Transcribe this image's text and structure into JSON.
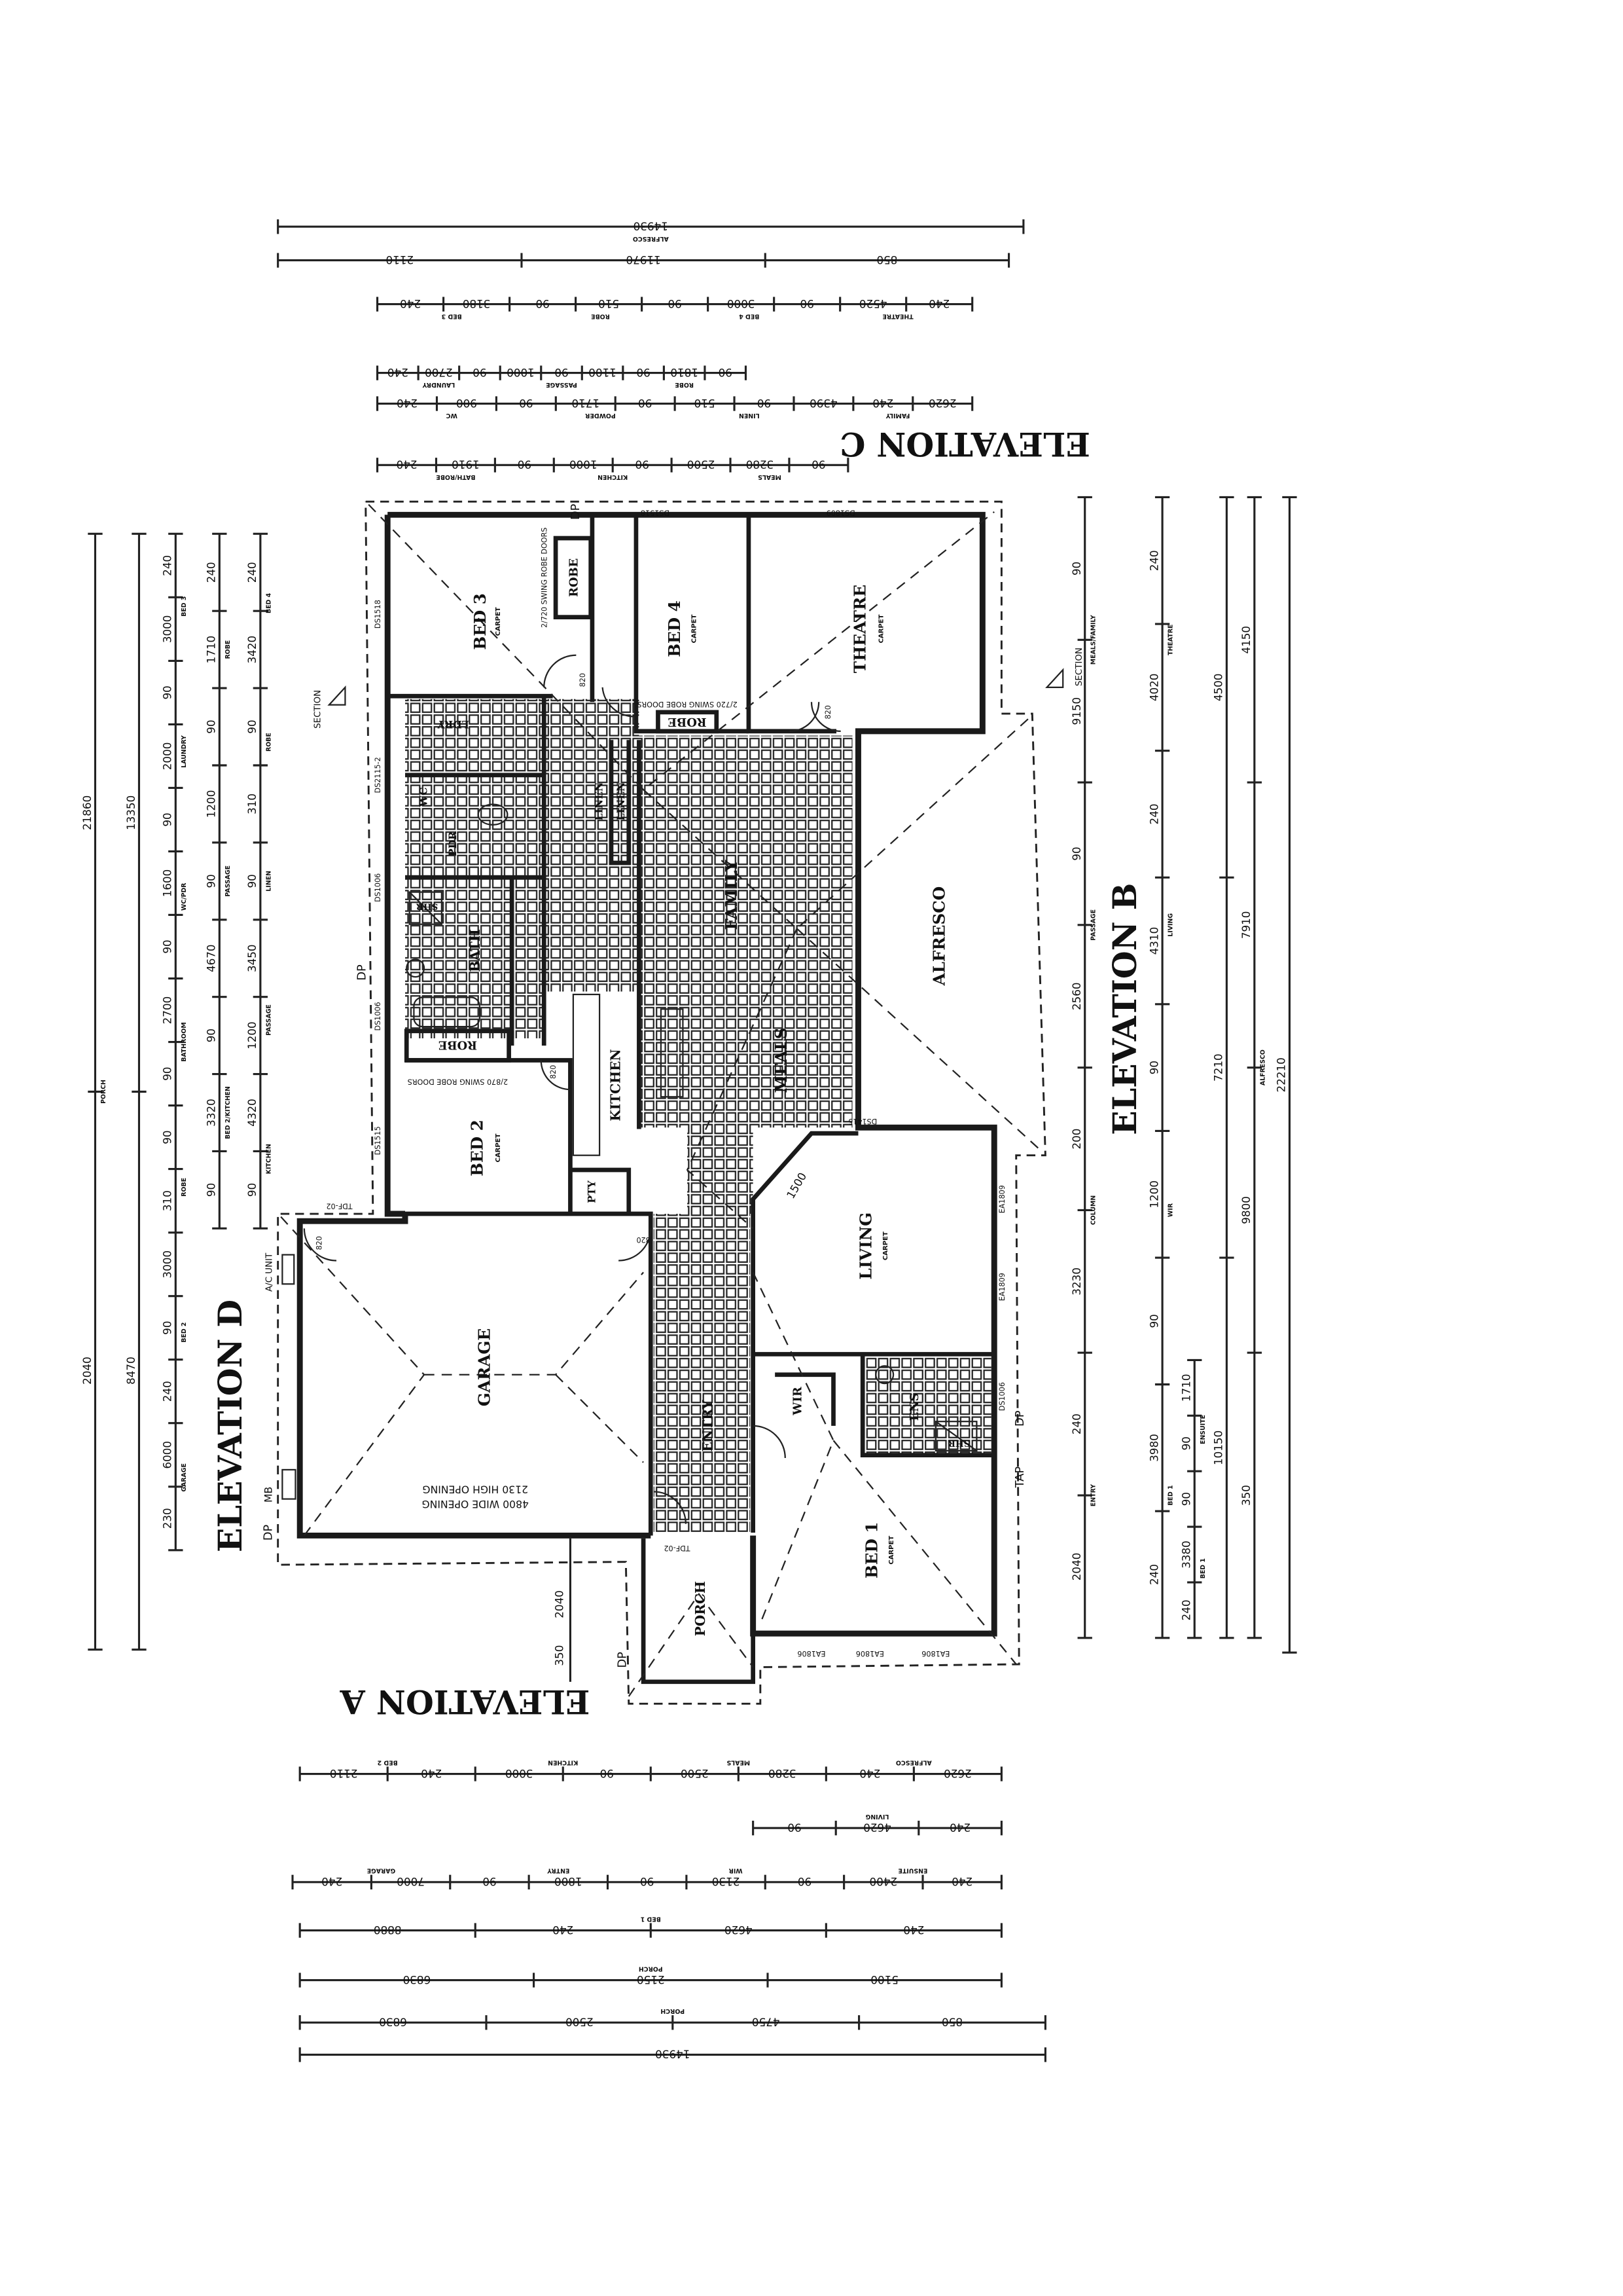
{
  "elevations": {
    "a": "ELEVATION A",
    "b": "ELEVATION B",
    "c": "ELEVATION C",
    "d": "ELEVATION D"
  },
  "rooms": {
    "bed3": "BED 3",
    "bed4": "BED 4",
    "theatre": "THEATRE",
    "family": "FAMILY",
    "alfresco": "ALFRESCO",
    "meals": "MEALS",
    "kitchen": "KITCHEN",
    "linen1": "LINEN",
    "linen2": "LINEN",
    "bath": "BATH",
    "wc": "WC",
    "pdr": "PDR",
    "ldry": "LDRY",
    "shr1": "SHR",
    "robe1": "ROBE",
    "robe2": "ROBE",
    "robe3": "ROBE",
    "bed2": "BED 2",
    "pty": "PTY",
    "garage": "GARAGE",
    "living": "LIVING",
    "entry": "ENTRY",
    "porch": "PORCH",
    "bed1": "BED 1",
    "wir": "WIR",
    "ens": "ENS",
    "shr2": "SHR",
    "carpet": "CARPET"
  },
  "notes": {
    "robe_doors_720": "2/720 SWING ROBE DOORS",
    "robe_doors_870": "2/870 SWING ROBE DOORS",
    "garage_wide": "4800 WIDE OPENING",
    "garage_high": "2130 HIGH OPENING",
    "win_ds1518_a": "DS1518",
    "win_ds1518_b": "DS1518",
    "win_ds2115": "DS2115-2",
    "win_ds1006_a": "DS1006",
    "win_ds1006_b": "DS1006",
    "win_ds1006_c": "DS1006",
    "win_ds1515": "DS1515",
    "win_ds1809": "DS1809",
    "win_ds1415": "DS1415",
    "win_ea1809_a": "EA1809",
    "win_ea1809_b": "EA1809",
    "win_ea1806_a": "EA1806",
    "win_ea1806_b": "EA1806",
    "win_ea1806_c": "EA1806",
    "splay": "1500",
    "tdf": "TDF-02",
    "tdf2": "TDF-02",
    "dp": "DP",
    "mb": "MB",
    "ac": "A/C UNIT",
    "tap": "TAP",
    "section": "SECTION",
    "door": "820",
    "porch_depth": "2040",
    "porch_step": "350"
  },
  "dims": {
    "top": [
      {
        "values": [
          "14930"
        ],
        "labels": [
          "ALFRESCO"
        ]
      },
      {
        "values": [
          "2110",
          "11970",
          "850"
        ],
        "labels": []
      },
      {
        "values": [
          "240",
          "3180",
          "90",
          "510",
          "90",
          "3000",
          "90",
          "4520",
          "240"
        ],
        "labels": [
          "BED 3",
          "ROBE",
          "BED 4",
          "THEATRE"
        ]
      },
      {
        "values": [
          "240",
          "2700",
          "90",
          "1000",
          "90",
          "1100",
          "90",
          "1810",
          "90"
        ],
        "labels": [
          "LAUNDRY",
          "PASSAGE",
          "ROBE"
        ]
      },
      {
        "values": [
          "240",
          "900",
          "90",
          "1710",
          "90",
          "510",
          "90",
          "4390",
          "240",
          "2620"
        ],
        "labels": [
          "WC",
          "POWDER",
          "LINEN",
          "FAMILY"
        ]
      },
      {
        "values": [
          "240",
          "1910",
          "90",
          "1000",
          "90",
          "2500",
          "3280",
          "90"
        ],
        "labels": [
          "BATH/ROBE",
          "KITCHEN",
          "MEALS"
        ]
      }
    ],
    "bottom": [
      {
        "values": [
          "2110",
          "240",
          "3000",
          "90",
          "2500",
          "3280",
          "240",
          "2620"
        ],
        "labels": [
          "BED 2",
          "KITCHEN",
          "MEALS",
          "ALFRESCO"
        ]
      },
      {
        "values": [
          "90",
          "4620",
          "240"
        ],
        "labels": [
          "LIVING"
        ]
      },
      {
        "values": [
          "240",
          "7000",
          "90",
          "1800",
          "90",
          "2130",
          "90",
          "2400",
          "240"
        ],
        "labels": [
          "GARAGE",
          "ENTRY",
          "WIR",
          "ENSUITE"
        ]
      },
      {
        "values": [
          "8880",
          "240",
          "4620",
          "240"
        ],
        "labels": [
          "BED 1"
        ]
      },
      {
        "values": [
          "6830",
          "2150",
          "5100"
        ],
        "labels": [
          "PORCH"
        ]
      },
      {
        "values": [
          "6830",
          "2500",
          "4750",
          "850"
        ],
        "labels": [
          "PORCH"
        ]
      },
      {
        "values": [
          "14930"
        ],
        "labels": []
      }
    ],
    "left": [
      {
        "values": [
          "21860",
          "2040"
        ],
        "labels": [
          "PORCH"
        ]
      },
      {
        "values": [
          "13350",
          "8470"
        ],
        "labels": []
      },
      {
        "values": [
          "240",
          "3000",
          "90",
          "2000",
          "90",
          "1600",
          "90",
          "2700",
          "90",
          "90",
          "310",
          "3000",
          "90",
          "240",
          "6000",
          "230"
        ],
        "labels": [
          "BED 3",
          "LAUNDRY",
          "WC/PDR",
          "BATHROOM",
          "ROBE",
          "BED 2",
          "GARAGE"
        ]
      },
      {
        "values": [
          "240",
          "1710",
          "90",
          "1200",
          "90",
          "4670",
          "90",
          "3320",
          "90"
        ],
        "labels": [
          "ROBE",
          "PASSAGE",
          "BED 2/KITCHEN"
        ]
      },
      {
        "values": [
          "240",
          "3420",
          "90",
          "310",
          "90",
          "3450",
          "1200",
          "4320",
          "90"
        ],
        "labels": [
          "BED 4",
          "ROBE",
          "LINEN",
          "PASSAGE",
          "KITCHEN"
        ]
      }
    ],
    "right": [
      {
        "values": [
          "90",
          "9150",
          "90",
          "2560",
          "200",
          "3230",
          "240",
          "2040"
        ],
        "labels": [
          "MEALS/FAMILY",
          "PASSAGE",
          "COLUMN",
          "ENTRY"
        ]
      },
      {
        "values": [
          "240",
          "4020",
          "240",
          "4310",
          "90",
          "1200",
          "90",
          "3980",
          "240"
        ],
        "labels": [
          "THEATRE",
          "LIVING",
          "WIR",
          "BED 1"
        ]
      },
      {
        "values": [
          "1710",
          "90",
          "90",
          "3380",
          "240"
        ],
        "labels": [
          "ENSUITE",
          "BED 1"
        ]
      },
      {
        "values": [
          "4500",
          "7210",
          "10150"
        ],
        "labels": []
      },
      {
        "values": [
          "4150",
          "7910",
          "9800",
          "350"
        ],
        "labels": [
          "ALFRESCO"
        ]
      },
      {
        "values": [
          "22210"
        ],
        "labels": []
      }
    ]
  }
}
